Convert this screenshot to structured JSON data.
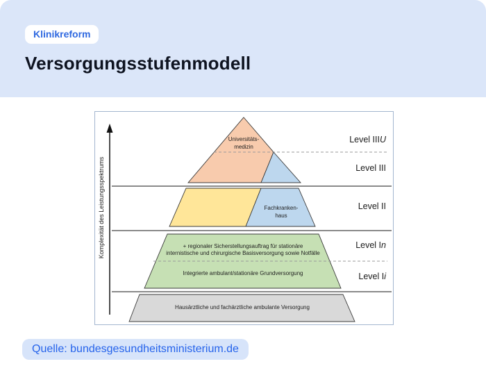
{
  "header": {
    "badge": "Klinikreform",
    "title": "Versorgungsstufenmodell",
    "background": "#DBE6F9",
    "badge_color": "#2E68E0"
  },
  "source": {
    "label": "Quelle: bundesgesundheitsministerium.de",
    "color": "#2563EB",
    "background": "#D7E4FA"
  },
  "diagram": {
    "axis_label": "Komplexität des Leistungsspektrums",
    "levels": [
      {
        "base": "Level III",
        "suffix": "U"
      },
      {
        "base": "Level III",
        "suffix": ""
      },
      {
        "base": "Level II",
        "suffix": ""
      },
      {
        "base": "Level I",
        "suffix": "n"
      },
      {
        "base": "Level I",
        "suffix": "i"
      }
    ],
    "labels": {
      "universitaetsmedizin": "Universitäts-\nmedizin",
      "fachkrankenhaus": "Fachkranken-\nhaus",
      "level_1n": "+ regionaler Sicherstellungsauftrag für stationäre\ninternistische und chirurgische Basisversorgung sowie Notfälle",
      "level_1i": "Integrierte ambulant/stationäre Grundversorgung",
      "base": "Hausärztliche und fachärztliche ambulante Versorgung"
    },
    "colors": {
      "university": "#F8CBAD",
      "specialist_hospital": "#BDD7EE",
      "level2_left": "#FFE699",
      "level1": "#C6E0B4",
      "outpatient": "#D9D9D9"
    }
  }
}
